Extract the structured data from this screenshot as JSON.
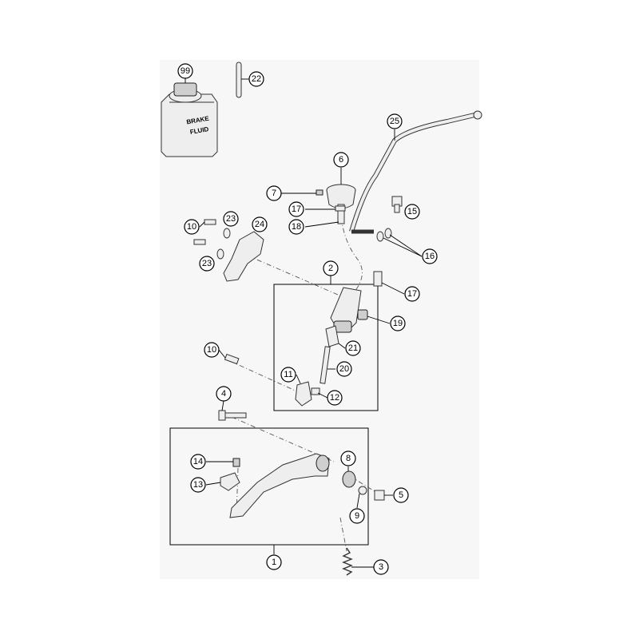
{
  "diagram": {
    "bottle_label_line1": "BRAKE",
    "bottle_label_line2": "FLUID",
    "callouts": [
      "99",
      "22",
      "25",
      "6",
      "7",
      "17",
      "18",
      "15",
      "16",
      "10",
      "23",
      "24",
      "23",
      "2",
      "17",
      "19",
      "21",
      "10",
      "20",
      "11",
      "12",
      "4",
      "8",
      "14",
      "13",
      "5",
      "9",
      "1",
      "3"
    ]
  },
  "colors": {
    "background": "#f7f7f7",
    "line": "#000000",
    "part_fill": "#eeeeee"
  }
}
